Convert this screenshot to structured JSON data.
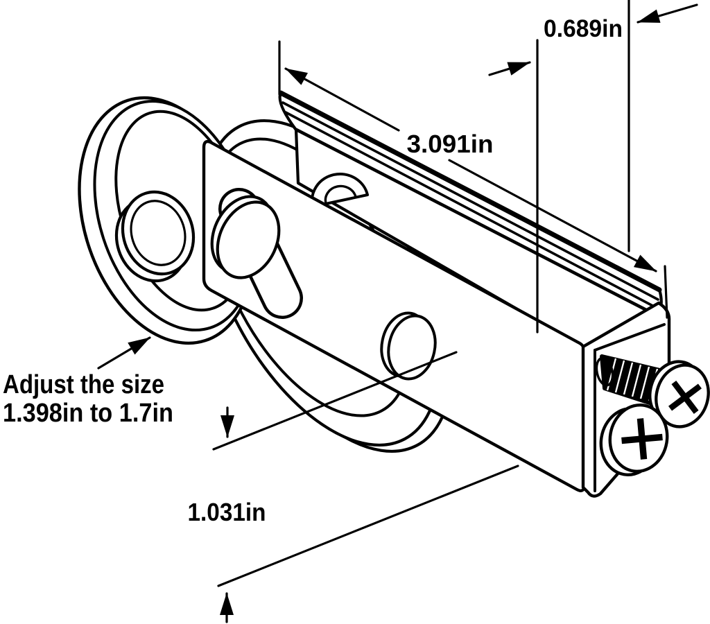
{
  "diagram": {
    "background_color": "#ffffff",
    "ink_color": "#000000",
    "labels": {
      "top_width": "0.689in",
      "overall_length": "3.091in",
      "adjust_note_line1": "Adjust the size",
      "adjust_note_line2": "1.398in to 1.7in",
      "plate_height": "1.031in"
    }
  }
}
